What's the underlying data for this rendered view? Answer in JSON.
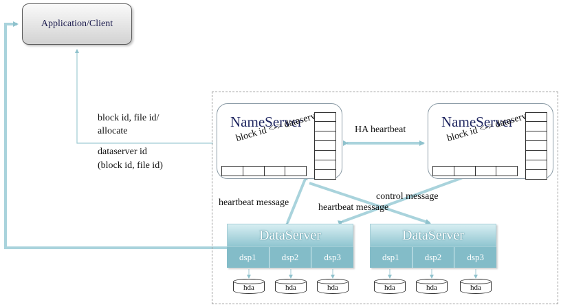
{
  "app": {
    "label": "Application/Client"
  },
  "nameservers": [
    {
      "title": "NameServer",
      "subtitle": "block id <-> dataserver"
    },
    {
      "title": "NameServer",
      "subtitle": "block id <-> dataserver"
    }
  ],
  "dataservers": [
    {
      "title": "DataServer",
      "dsps": [
        "dsp1",
        "dsp2",
        "dsp3"
      ],
      "disks": [
        "hda",
        "hda",
        "hda"
      ]
    },
    {
      "title": "DataServer",
      "dsps": [
        "dsp1",
        "dsp2",
        "dsp3"
      ],
      "disks": [
        "hda",
        "hda",
        "hda"
      ]
    }
  ],
  "labels": {
    "request_line1": "block id, file id/",
    "request_line2": "allocate",
    "response_line1": "dataserver id",
    "response_line2": "(block id, file id)",
    "ha_heartbeat": "HA heartbeat",
    "heartbeat_left": "heartbeat  message",
    "heartbeat_center": "heartbeat  message",
    "control_message": "control message"
  },
  "colors": {
    "connector": "#a9d3dc",
    "thin_connector": "#9fcad3",
    "dataserver_head": "#8fc5d0",
    "dataserver_body": "#83bcc8",
    "nameserver_title": "#1f2660"
  }
}
